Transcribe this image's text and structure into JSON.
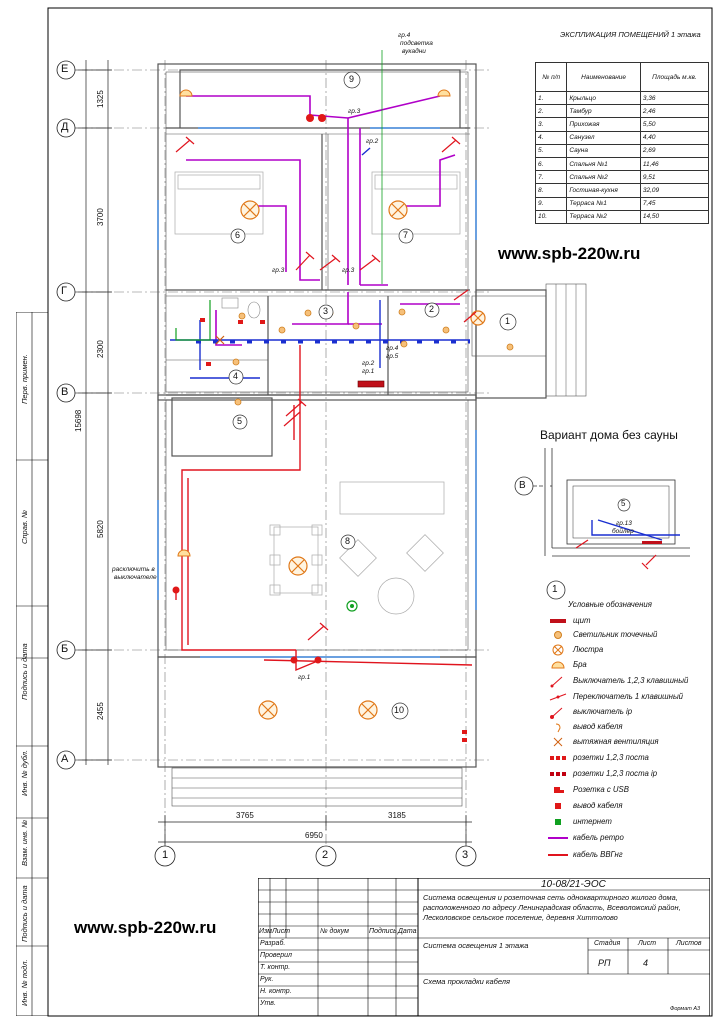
{
  "explication": {
    "title": "ЭКСПЛИКАЦИЯ ПОМЕЩЕНИЙ 1 этажа",
    "headers": [
      "№ п/п",
      "Наименование",
      "Площадь м.кв."
    ],
    "rows": [
      [
        "1.",
        "Крыльцо",
        "3,36"
      ],
      [
        "2.",
        "Тамбур",
        "2,46"
      ],
      [
        "3.",
        "Прихожая",
        "5,50"
      ],
      [
        "4.",
        "Санузел",
        "4,40"
      ],
      [
        "5.",
        "Сауна",
        "2,69"
      ],
      [
        "6.",
        "Спальня №1",
        "11,46"
      ],
      [
        "7.",
        "Спальня №2",
        "9,51"
      ],
      [
        "8.",
        "Гостиная-кухня",
        "32,09"
      ],
      [
        "9.",
        "Терраса №1",
        "7,45"
      ],
      [
        "10.",
        "Терраса №2",
        "14,50"
      ]
    ]
  },
  "watermark": {
    "top": "www.spb-220w.ru",
    "bottom": "www.spb-220w.ru"
  },
  "axes": {
    "rows": [
      "Е",
      "Д",
      "Г",
      "В",
      "Б",
      "А"
    ],
    "cols": [
      "1",
      "2",
      "3"
    ],
    "dims_left": [
      "1325",
      "3700",
      "2300",
      "5820",
      "2455"
    ],
    "dim_total_left": "15698",
    "dims_bottom": [
      "3765",
      "3185"
    ],
    "dim_total_bottom": "6950"
  },
  "room_numbers": [
    "1",
    "2",
    "3",
    "4",
    "5",
    "6",
    "7",
    "8",
    "9",
    "10"
  ],
  "plan_labels": {
    "gr4": "гр.4",
    "podsvetka": "подсветка",
    "vuxodni": "вукадни",
    "gr3a": "гр.3",
    "gr2a": "гр.2",
    "gr3b": "гр.3",
    "gr3c": "гр.3",
    "gr2b": "гр.2",
    "gr1a": "гр.1",
    "gr4b": "гр.4",
    "gr5": "гр.5",
    "gr1b": "гр.1",
    "rasklyuchit": "расключить в",
    "vyklyuchatele": "выключателе"
  },
  "inset": {
    "title": "Вариант дома без сауны",
    "axis_row": "В",
    "axis_col": "1",
    "room": "5",
    "gr13": "гр.13",
    "boiler": "бойлер"
  },
  "legend": {
    "title": "Условные обозначения",
    "items": [
      "щит",
      "Светильник точечный",
      "Люстра",
      "Бра",
      "Выключатель 1,2,3 клавишный",
      "Переключатель 1 клавишный",
      "выключатель ip",
      "вывод кабеля",
      "вытяжная вентиляция",
      "розетки 1,2,3 поста",
      "розетки 1,2,3 поста ip",
      "Розетка с USB",
      "вывод кабеля",
      "интернет",
      "кабель ретро",
      "кабель ВВГнг"
    ]
  },
  "stamp": {
    "code": "10-08/21-ЭОС",
    "description": "Система освещения и розеточная сеть одноквартирного жилого дома, расположенного по адресу Ленинградская область, Всеволожский район, Лесколовское сельское поселение, деревня Хиттолово",
    "sheet_title": "Система освещения 1 этажа",
    "sheet_subtitle": "Схема прокладки кабеля",
    "col_headers": [
      "Изм",
      "Лист",
      "№ докум",
      "Подпись",
      "Дата"
    ],
    "roles": [
      "Разраб.",
      "Проверил",
      "Т. контр.",
      "Рук.",
      "Н. контр.",
      "Утв."
    ],
    "stage_header": "Стадия",
    "sheet_header": "Лист",
    "sheets_header": "Листов",
    "stage": "РП",
    "sheet": "4",
    "format": "Формат А3"
  },
  "side_labels": [
    "Перв. примен.",
    "Справ. №",
    "Подпись и дата",
    "Инв. № дубл.",
    "Взам. инв. №",
    "Подпись и дата",
    "Инв. № подл."
  ],
  "colors": {
    "retro": "#b000c8",
    "vvg": "#e0141e",
    "blue": "#1a2fd0",
    "green": "#10a020",
    "wall": "#555555",
    "orange": "#e07818"
  }
}
